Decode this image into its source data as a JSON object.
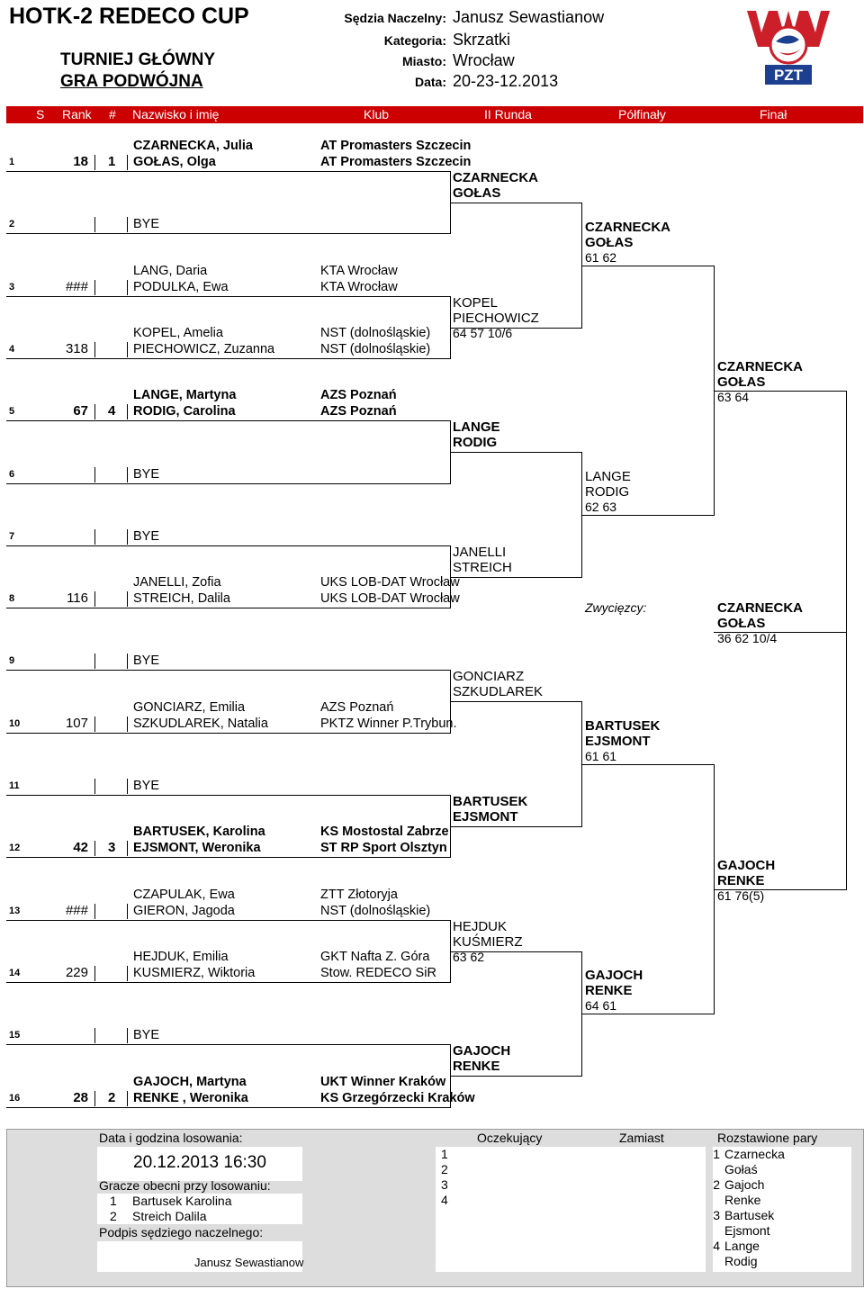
{
  "header": {
    "title": "HOTK-2 REDECO CUP",
    "subtitle1": "TURNIEJ GŁÓWNY",
    "subtitle2": "GRA PODWÓJNA",
    "referee_label": "Sędzia Naczelny:",
    "referee": "Janusz Sewastianow",
    "category_label": "Kategoria:",
    "category": "Skrzatki",
    "city_label": "Miasto:",
    "city": "Wrocław",
    "date_label": "Data:",
    "date": "20-23-12.2013",
    "logo_text": "PZT"
  },
  "columns": {
    "s": "S",
    "rank": "Rank",
    "seed": "#",
    "name": "Nazwisko i imię",
    "club": "Klub",
    "round2": "II Runda",
    "semis": "Półfinały",
    "final": "Finał"
  },
  "entries": [
    {
      "s": "1",
      "rank": "18",
      "seed": "1",
      "p1": "CZARNECKA, Julia",
      "p2": "GOŁAS, Olga",
      "c1": "AT Promasters Szczecin",
      "c2": "AT Promasters Szczecin"
    },
    {
      "s": "2",
      "rank": "",
      "seed": "",
      "p1": "",
      "p2": "BYE",
      "c1": "",
      "c2": ""
    },
    {
      "s": "3",
      "rank": "###",
      "seed": "",
      "p1": "LANG, Daria",
      "p2": "PODULKA, Ewa",
      "c1": "KTA Wrocław",
      "c2": "KTA Wrocław"
    },
    {
      "s": "4",
      "rank": "318",
      "seed": "",
      "p1": "KOPEL, Amelia",
      "p2": "PIECHOWICZ, Zuzanna",
      "c1": "NST (dolnośląskie)",
      "c2": "NST (dolnośląskie)"
    },
    {
      "s": "5",
      "rank": "67",
      "seed": "4",
      "p1": "LANGE, Martyna",
      "p2": "RODIG, Carolina",
      "c1": "AZS Poznań",
      "c2": "AZS Poznań"
    },
    {
      "s": "6",
      "rank": "",
      "seed": "",
      "p1": "",
      "p2": "BYE",
      "c1": "",
      "c2": ""
    },
    {
      "s": "7",
      "rank": "",
      "seed": "",
      "p1": "",
      "p2": "BYE",
      "c1": "",
      "c2": ""
    },
    {
      "s": "8",
      "rank": "116",
      "seed": "",
      "p1": "JANELLI, Zofia",
      "p2": "STREICH, Dalila",
      "c1": "UKS LOB-DAT Wrocław",
      "c2": "UKS LOB-DAT Wrocław"
    },
    {
      "s": "9",
      "rank": "",
      "seed": "",
      "p1": "",
      "p2": "BYE",
      "c1": "",
      "c2": ""
    },
    {
      "s": "10",
      "rank": "107",
      "seed": "",
      "p1": "GONCIARZ, Emilia",
      "p2": "SZKUDLAREK, Natalia",
      "c1": "AZS Poznań",
      "c2": "PKTZ Winner P.Trybun."
    },
    {
      "s": "11",
      "rank": "",
      "seed": "",
      "p1": "",
      "p2": "BYE",
      "c1": "",
      "c2": ""
    },
    {
      "s": "12",
      "rank": "42",
      "seed": "3",
      "p1": "BARTUSEK, Karolina",
      "p2": "EJSMONT, Weronika",
      "c1": "KS Mostostal Zabrze",
      "c2": "ST RP Sport Olsztyn"
    },
    {
      "s": "13",
      "rank": "###",
      "seed": "",
      "p1": "CZAPULAK, Ewa",
      "p2": "GIERON, Jagoda",
      "c1": "ZTT Złotoryja",
      "c2": "NST (dolnośląskie)"
    },
    {
      "s": "14",
      "rank": "229",
      "seed": "",
      "p1": "HEJDUK, Emilia",
      "p2": "KUSMIERZ, Wiktoria",
      "c1": "GKT Nafta Z. Góra",
      "c2": "Stow. REDECO SiR"
    },
    {
      "s": "15",
      "rank": "",
      "seed": "",
      "p1": "",
      "p2": "BYE",
      "c1": "",
      "c2": ""
    },
    {
      "s": "16",
      "rank": "28",
      "seed": "2",
      "p1": "GAJOCH, Martyna",
      "p2": "RENKE , Weronika",
      "c1": "UKT Winner Kraków",
      "c2": "KS Grzegórzecki Kraków"
    }
  ],
  "round2": [
    {
      "a": "CZARNECKA",
      "b": "GOŁAS",
      "score": ""
    },
    {
      "a": "KOPEL",
      "b": "PIECHOWICZ",
      "score": "64  57  10/6"
    },
    {
      "a": "LANGE",
      "b": "RODIG",
      "score": ""
    },
    {
      "a": "JANELLI",
      "b": "STREICH",
      "score": ""
    },
    {
      "a": "GONCIARZ",
      "b": "SZKUDLAREK",
      "score": ""
    },
    {
      "a": "BARTUSEK",
      "b": "EJSMONT",
      "score": ""
    },
    {
      "a": "HEJDUK",
      "b": "KUŚMIERZ",
      "score": "63  62"
    },
    {
      "a": "GAJOCH",
      "b": "RENKE",
      "score": ""
    }
  ],
  "quarter": [
    {
      "a": "CZARNECKA",
      "b": "GOŁAS",
      "score": "61  62"
    },
    {
      "a": "LANGE",
      "b": "RODIG",
      "score": "62  63"
    },
    {
      "a": "BARTUSEK",
      "b": "EJSMONT",
      "score": "61  61"
    },
    {
      "a": "GAJOCH",
      "b": "RENKE",
      "score": "64  61"
    }
  ],
  "semis": [
    {
      "a": "CZARNECKA",
      "b": "GOŁAS",
      "score": "63  64"
    },
    {
      "a": "GAJOCH",
      "b": "RENKE",
      "score": "61  76(5)"
    }
  ],
  "winner": {
    "label": "Zwycięzcy:",
    "a": "CZARNECKA",
    "b": "GOŁAS",
    "score": "36  62  10/4"
  },
  "footer": {
    "draw_label": "Data i godzina losowania:",
    "draw_datetime": "20.12.2013 16:30",
    "present_label": "Gracze obecni przy losowaniu:",
    "present": [
      {
        "n": "1",
        "name": "Bartusek Karolina"
      },
      {
        "n": "2",
        "name": "Streich Dalila"
      }
    ],
    "signature_label": "Podpis sędziego naczelnego:",
    "signature": "Janusz Sewastianow",
    "waiting_label": "Oczekujący",
    "instead_label": "Zamiast",
    "waiting_nums": [
      "1",
      "2",
      "3",
      "4"
    ],
    "seeded_label": "Rozstawione pary",
    "seeded": [
      {
        "n": "1",
        "name": "Czarnecka"
      },
      {
        "n": "",
        "name": "Gołaś"
      },
      {
        "n": "2",
        "name": "Gajoch"
      },
      {
        "n": "",
        "name": "Renke"
      },
      {
        "n": "3",
        "name": "Bartusek"
      },
      {
        "n": "",
        "name": "Ejsmont"
      },
      {
        "n": "4",
        "name": "Lange"
      },
      {
        "n": "",
        "name": "Rodig"
      }
    ]
  }
}
